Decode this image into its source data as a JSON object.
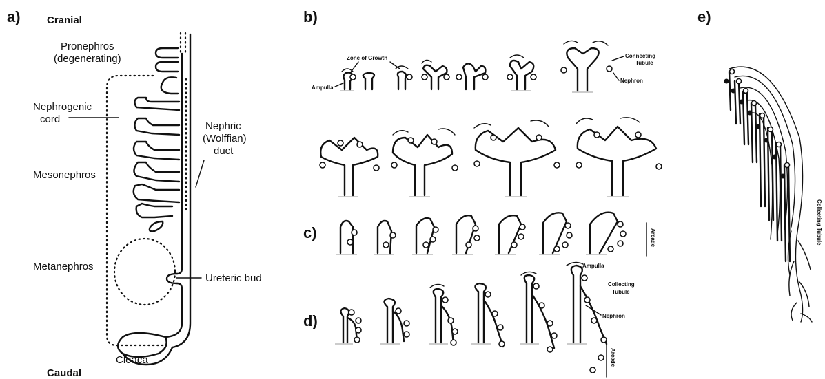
{
  "panels": {
    "a": "a)",
    "b": "b)",
    "c": "c)",
    "d": "d)",
    "e": "e)"
  },
  "panel_a": {
    "cranial": "Cranial",
    "caudal": "Caudal",
    "pronephros_1": "Pronephros",
    "pronephros_2": "(degenerating)",
    "nephrogenic_1": "Nephrogenic",
    "nephrogenic_2": "cord",
    "mesonephros": "Mesonephros",
    "metanephros": "Metanephros",
    "nephric_1": "Nephric",
    "nephric_2": "(Wolffian)",
    "nephric_3": "duct",
    "ureteric_bud": "Ureteric bud",
    "cloaca": "Cloaca"
  },
  "panel_b": {
    "zone_of_growth": "Zone of Growth",
    "ampulla": "Ampulla",
    "connecting_1": "Connecting",
    "connecting_2": "Tubule",
    "nephron": "Nephron"
  },
  "panel_c": {
    "arcade": "Arcade"
  },
  "panel_d": {
    "ampulla": "Ampulla",
    "collecting_1": "Collecting",
    "collecting_2": "Tubule",
    "nephron": "Nephron",
    "arcade": "Arcade"
  },
  "panel_e": {
    "collecting_tubule": "Collecting Tubule"
  }
}
